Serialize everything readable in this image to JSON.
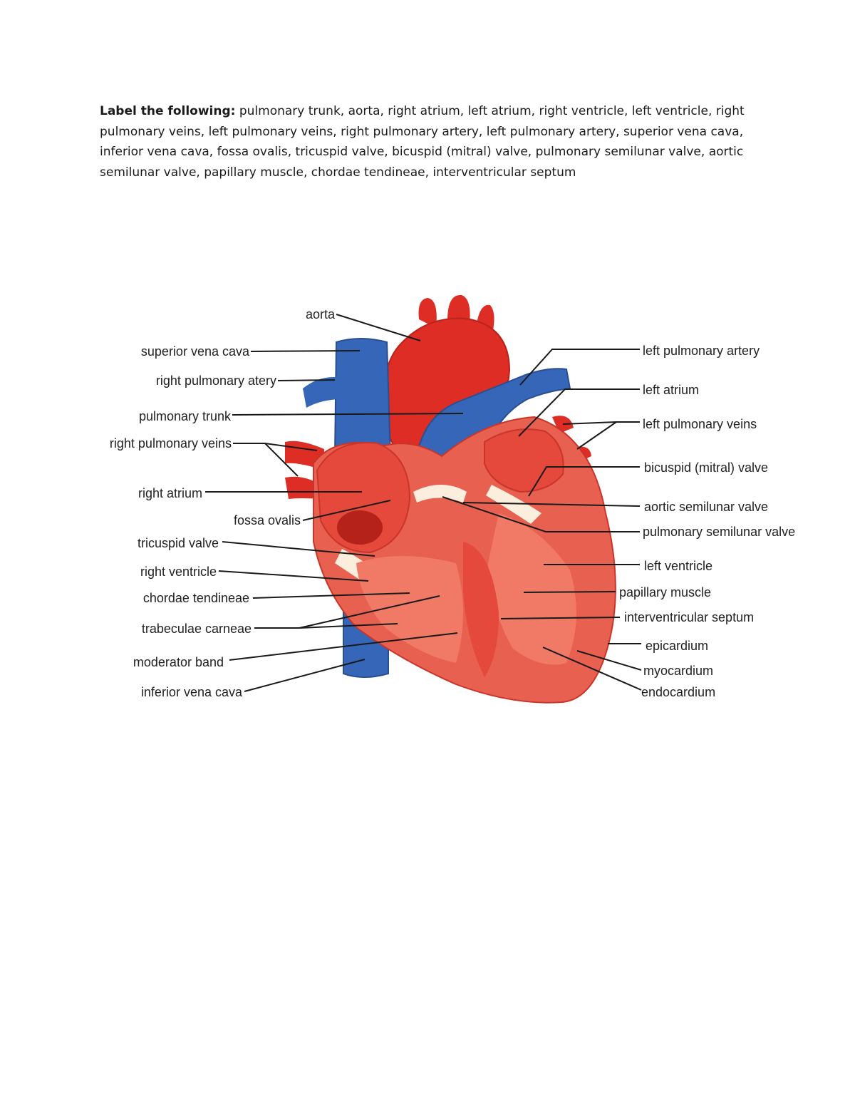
{
  "instructions": {
    "heading": "Label the following:",
    "text": " pulmonary trunk, aorta, right atrium, left atrium, right ventricle, left ventricle, right pulmonary veins, left pulmonary veins, right pulmonary artery, left pulmonary artery, superior vena cava, inferior vena cava, fossa ovalis, tricuspid valve, bicuspid (mitral) valve, pulmonary semilunar valve, aortic semilunar valve, papillary muscle, chordae tendineae, interventricular septum"
  },
  "colors": {
    "muscle": "#e8604f",
    "muscle_dark": "#c9352a",
    "artery_red": "#dd2d24",
    "vein_blue": "#3566b8",
    "valve_cream": "#fbeedd",
    "text": "#222222"
  },
  "labels": {
    "aorta": "aorta",
    "superior_vena_cava": "superior vena cava",
    "right_pulmonary_artery": "right pulmonary atery",
    "pulmonary_trunk": "pulmonary trunk",
    "right_pulmonary_veins": "right pulmonary veins",
    "right_atrium": "right atrium",
    "fossa_ovalis": "fossa ovalis",
    "tricuspid_valve": "tricuspid valve",
    "right_ventricle": "right ventricle",
    "chordae_tendineae": "chordae tendineae",
    "trabeculae_carneae": "trabeculae carneae",
    "moderator_band": "moderator band",
    "inferior_vena_cava": "inferior vena cava",
    "left_pulmonary_artery": "left pulmonary artery",
    "left_atrium": "left atrium",
    "left_pulmonary_veins": "left pulmonary veins",
    "bicuspid_valve": "bicuspid (mitral) valve",
    "aortic_semilunar_valve": "aortic semilunar valve",
    "pulmonary_semilunar_valve": "pulmonary semilunar valve",
    "left_ventricle": "left ventricle",
    "papillary_muscle": "papillary muscle",
    "interventricular_septum": "interventricular septum",
    "epicardium": "epicardium",
    "myocardium": "myocardium",
    "endocardium": "endocardium"
  }
}
